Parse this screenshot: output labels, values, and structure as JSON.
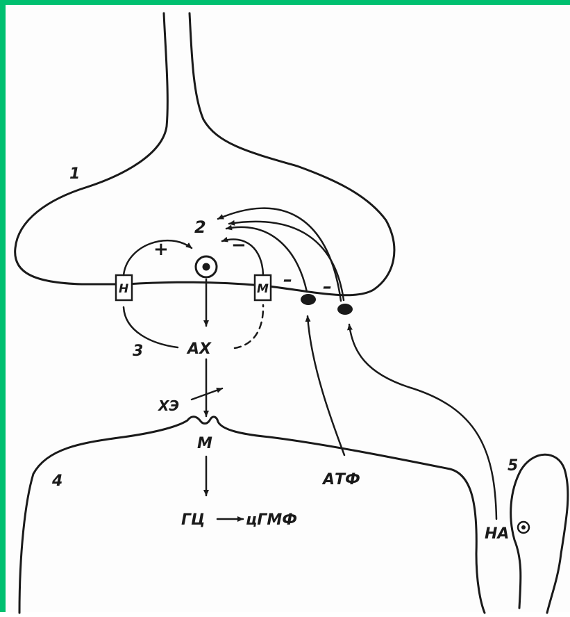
{
  "diagram": {
    "labels": {
      "n1": "1",
      "n2": "2",
      "n3": "3",
      "n4": "4",
      "n5": "5",
      "plus": "+",
      "minus1": "−",
      "minus2": "–",
      "minus3": "–",
      "receptor_n": "Н",
      "receptor_m": "М",
      "ach": "АХ",
      "che": "ХЭ",
      "m_post": "М",
      "atp": "АТФ",
      "gc": "ГЦ",
      "cgmp": "цГМФ",
      "na": "НА"
    },
    "colors": {
      "border": "#00c070",
      "ink": "#1a1a1a",
      "background": "#fdfdfd"
    }
  }
}
